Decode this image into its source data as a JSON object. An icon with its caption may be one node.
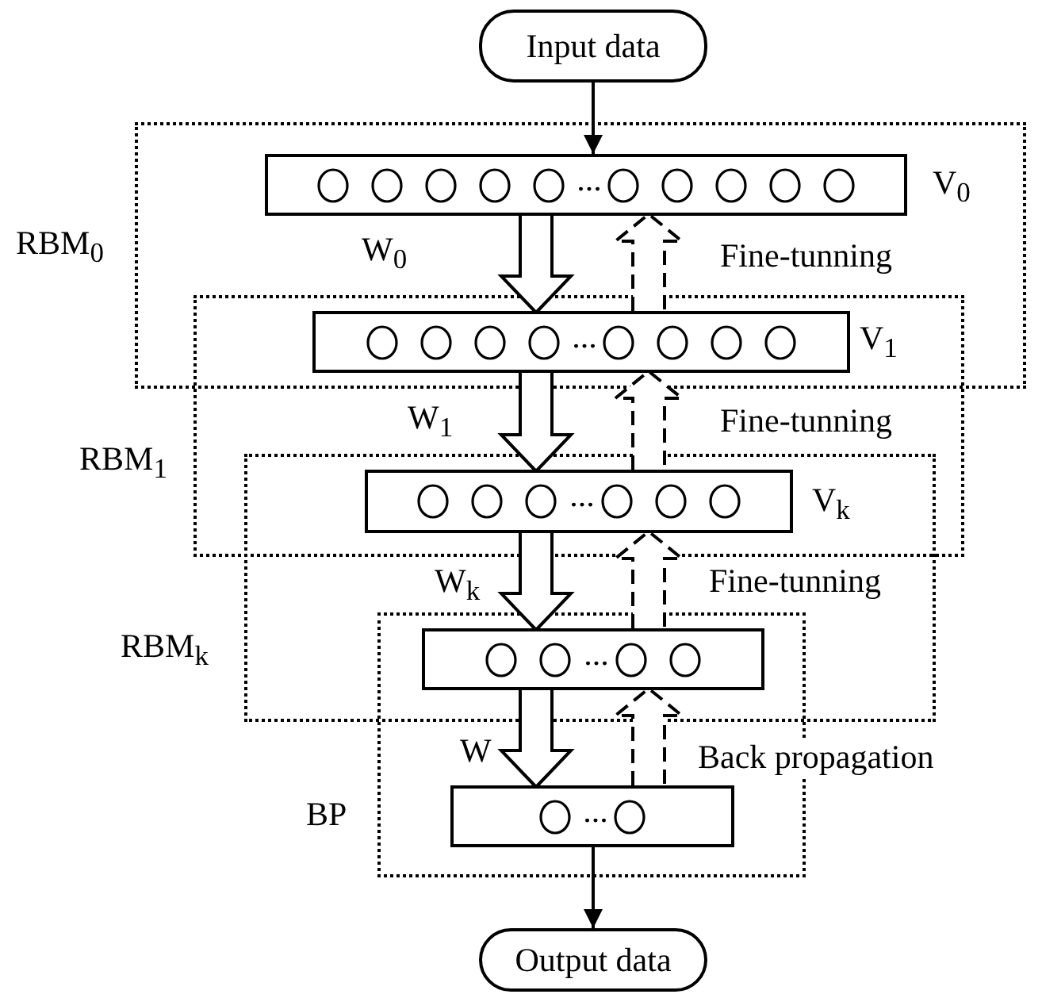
{
  "diagram": {
    "nodes": [
      {
        "text": [
          "Input data"
        ]
      },
      {
        "text": [
          "RBM$_{0}$"
        ]
      },
      {
        "text": [
          "..."
        ],
        "beside": [
          "V$_{0}$"
        ],
        "in": 1
      },
      {
        "text": [
          "RBM$_{1}$"
        ]
      },
      {
        "text": [
          "..."
        ],
        "beside": [
          "V$_{1}$"
        ]
      },
      {
        "text": [
          "RBM$_{k}$"
        ]
      },
      {
        "text": [
          "..."
        ],
        "beside": [
          "V$_{k}$"
        ]
      },
      {
        "text": [
          "BP"
        ]
      },
      {
        "text": [
          "..."
        ]
      },
      {
        "text": [
          "..."
        ],
        "in": 7
      },
      {
        "text": [
          "Output data"
        ]
      }
    ],
    "edges": [
      {
        "from": 0,
        "to": 2,
        "arrow": "to"
      },
      {
        "from": 2,
        "to": 4,
        "arrow": "to",
        "label": "W$_{0}$",
        "style": "thick"
      },
      {
        "from": 4,
        "to": 2,
        "arrow": "to",
        "label": "Fine-tunning",
        "style": "dashed"
      },
      {
        "from": 4,
        "to": 6,
        "arrow": "to",
        "label": "W$_{1}$",
        "style": "thick"
      },
      {
        "from": 6,
        "to": 4,
        "arrow": "to",
        "label": "Fine-tunning",
        "style": "dashed"
      },
      {
        "from": 6,
        "to": 8,
        "arrow": "to",
        "label": "W$_{k}$",
        "style": "thick"
      },
      {
        "from": 8,
        "to": 6,
        "arrow": "to",
        "label": "Fine-tunning",
        "style": "dashed"
      },
      {
        "from": 8,
        "to": 9,
        "arrow": "to",
        "label": "W",
        "style": "thick"
      },
      {
        "from": 9,
        "to": 8,
        "arrow": "to",
        "label": "Back propagation",
        "style": "dashed"
      },
      {
        "from": 9,
        "to": 10,
        "arrow": "to"
      }
    ]
  }
}
